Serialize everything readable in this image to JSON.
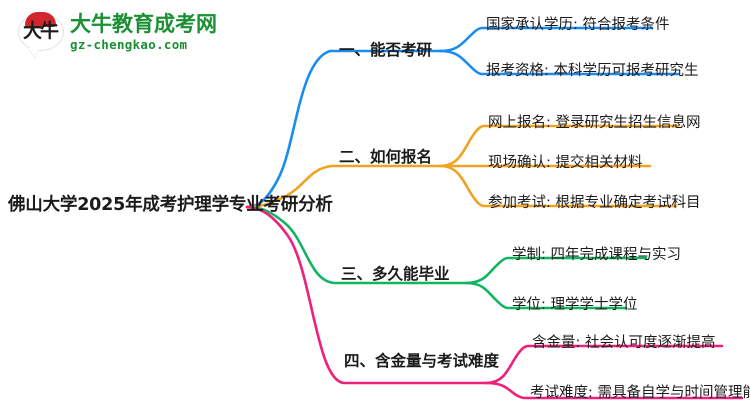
{
  "logo": {
    "mark_char": "大牛",
    "title": "大牛教育成考网",
    "subtitle": "gz-chengkao.com",
    "brand_green": "#1a9033",
    "brand_red": "#d1262c"
  },
  "mindmap": {
    "root": {
      "label": "佛山大学2025年成考护理学专业考研分析"
    },
    "branches": [
      {
        "index": "1",
        "label": "一、能否考研",
        "color": "#1a8cf0",
        "items": [
          {
            "label": "国家承认学历: 符合报考条件"
          },
          {
            "label": "报考资格: 本科学历可报考研究生"
          }
        ]
      },
      {
        "index": "2",
        "label": "二、如何报名",
        "color": "#efa320",
        "items": [
          {
            "label": "网上报名: 登录研究生招生信息网"
          },
          {
            "label": "现场确认: 提交相关材料"
          },
          {
            "label": "参加考试: 根据专业确定考试科目"
          }
        ]
      },
      {
        "index": "3",
        "label": "三、多久能毕业",
        "color": "#11b561",
        "items": [
          {
            "label": "学制: 四年完成课程与实习"
          },
          {
            "label": "学位: 理学学士学位"
          }
        ]
      },
      {
        "index": "4",
        "label": "四、含金量与考试难度",
        "color": "#f01f7a",
        "items": [
          {
            "label": "含金量: 社会认可度逐渐提高"
          },
          {
            "label": "考试难度: 需具备自学与时间管理能力"
          }
        ]
      }
    ]
  }
}
